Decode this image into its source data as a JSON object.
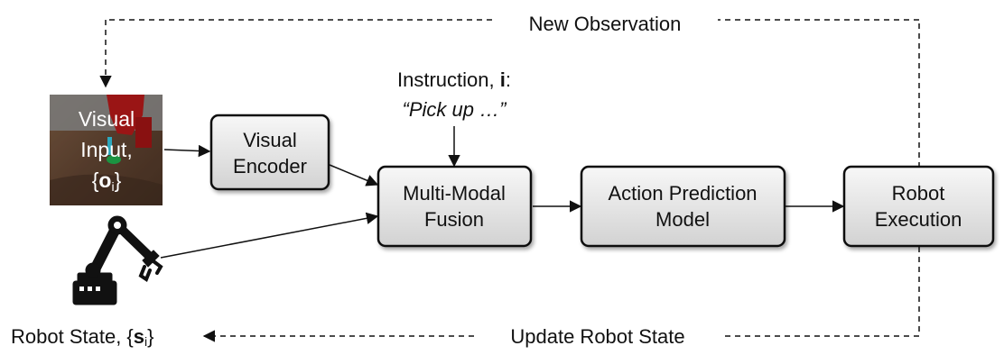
{
  "labels": {
    "new_observation": "New Observation",
    "instruction_prefix": "Instruction, ",
    "instruction_var": "i",
    "instruction_suffix": ":",
    "instruction_quote": "“Pick up …”",
    "update_robot_state": "Update Robot State",
    "robot_state_prefix": "Robot State, {",
    "robot_state_var": "s",
    "robot_state_sub": "i",
    "robot_state_suffix": "}"
  },
  "visual_input": {
    "line1": "Visual",
    "line2": "Input,",
    "line3_prefix": "{",
    "line3_var": "o",
    "line3_sub": "i",
    "line3_suffix": "}"
  },
  "boxes": {
    "visual_encoder": [
      "Visual",
      "Encoder"
    ],
    "fusion": [
      "Multi-Modal",
      "Fusion"
    ],
    "action_model": [
      "Action Prediction",
      "Model"
    ],
    "robot_execution": [
      "Robot",
      "Execution"
    ]
  },
  "icons": {
    "robot_arm": "robot-arm-icon"
  },
  "colors": {
    "box_fill_top": "#f7f7f7",
    "box_fill_bottom": "#d4d4d4",
    "stroke": "#111111"
  }
}
